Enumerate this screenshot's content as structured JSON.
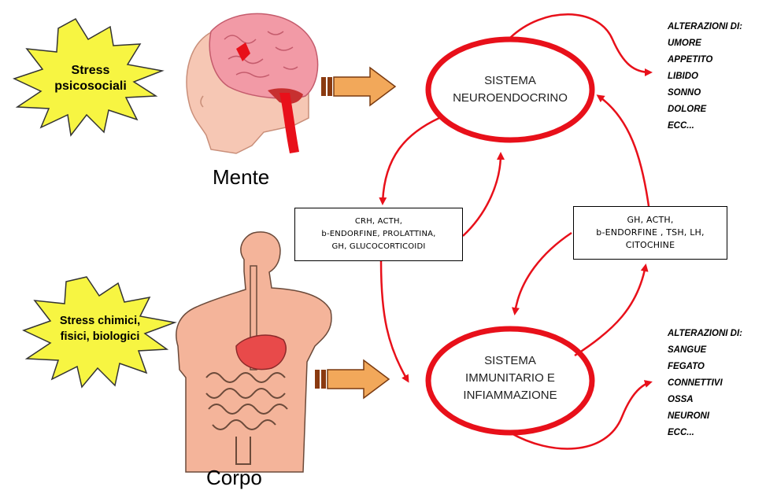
{
  "stress_psicosociali": {
    "line1": "Stress",
    "line2": "psicosociali"
  },
  "stress_chimici": {
    "line1": "Stress chimici,",
    "line2": "fisici, biologici"
  },
  "label_mente": "Mente",
  "label_corpo": "Corpo",
  "sistema_neuro": {
    "line1": "SISTEMA",
    "line2": "NEUROENDOCRINO"
  },
  "sistema_immuno": {
    "line1": "SISTEMA",
    "line2": "IMMUNITARIO E",
    "line3": "INFIAMMAZIONE"
  },
  "box_left": {
    "line1": "CRH, ACTH,",
    "line2": "b-ENDORFINE, PROLATTINA,",
    "line3": "GH, GLUCOCORTICOIDI"
  },
  "box_right": {
    "line1": "GH, ACTH,",
    "line2": "b-ENDORFINE , TSH, LH,",
    "line3": "CITOCHINE"
  },
  "alterazioni_top": {
    "title": "ALTERAZIONI DI:",
    "items": [
      "UMORE",
      "APPETITO",
      "LIBIDO",
      "SONNO",
      "DOLORE",
      "ECC..."
    ]
  },
  "alterazioni_bottom": {
    "title": "ALTERAZIONI DI:",
    "items": [
      "SANGUE",
      "FEGATO",
      "CONNETTIVI",
      "OSSA",
      "NEURONI",
      "ECC..."
    ]
  },
  "colors": {
    "cycle_red": "#e8101a",
    "burst_yellow": "#f7f542",
    "big_arrow": "#f2a85a",
    "skin": "#f4b49a",
    "brain": "#f29aa6"
  }
}
